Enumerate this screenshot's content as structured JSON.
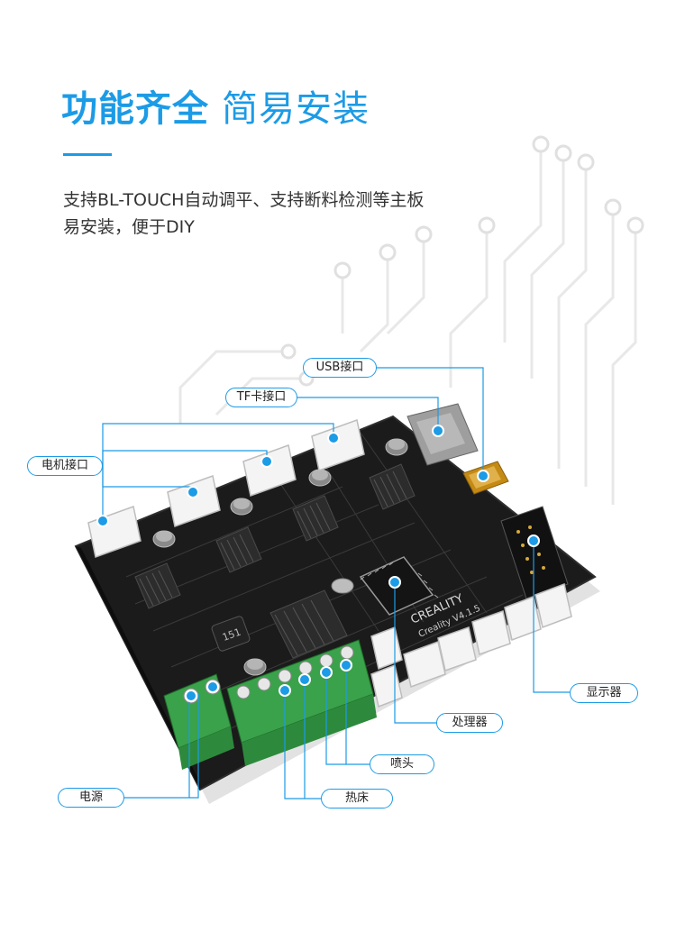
{
  "header": {
    "title_main": "功能齐全",
    "title_sub": "简易安装",
    "accent_color": "#1c9be6"
  },
  "description": {
    "line1": "支持BL-TOUCH自动调平、支持断料检测等主板",
    "line2": "易安装，便于DIY"
  },
  "board": {
    "brand": "CREALITY",
    "model": "Creality V4.1.5"
  },
  "callouts": {
    "usb": "USB接口",
    "tf": "TF卡接口",
    "motor": "电机接口",
    "display": "显示器",
    "processor": "处理器",
    "nozzle": "喷头",
    "heatbed": "热床",
    "power": "电源"
  }
}
